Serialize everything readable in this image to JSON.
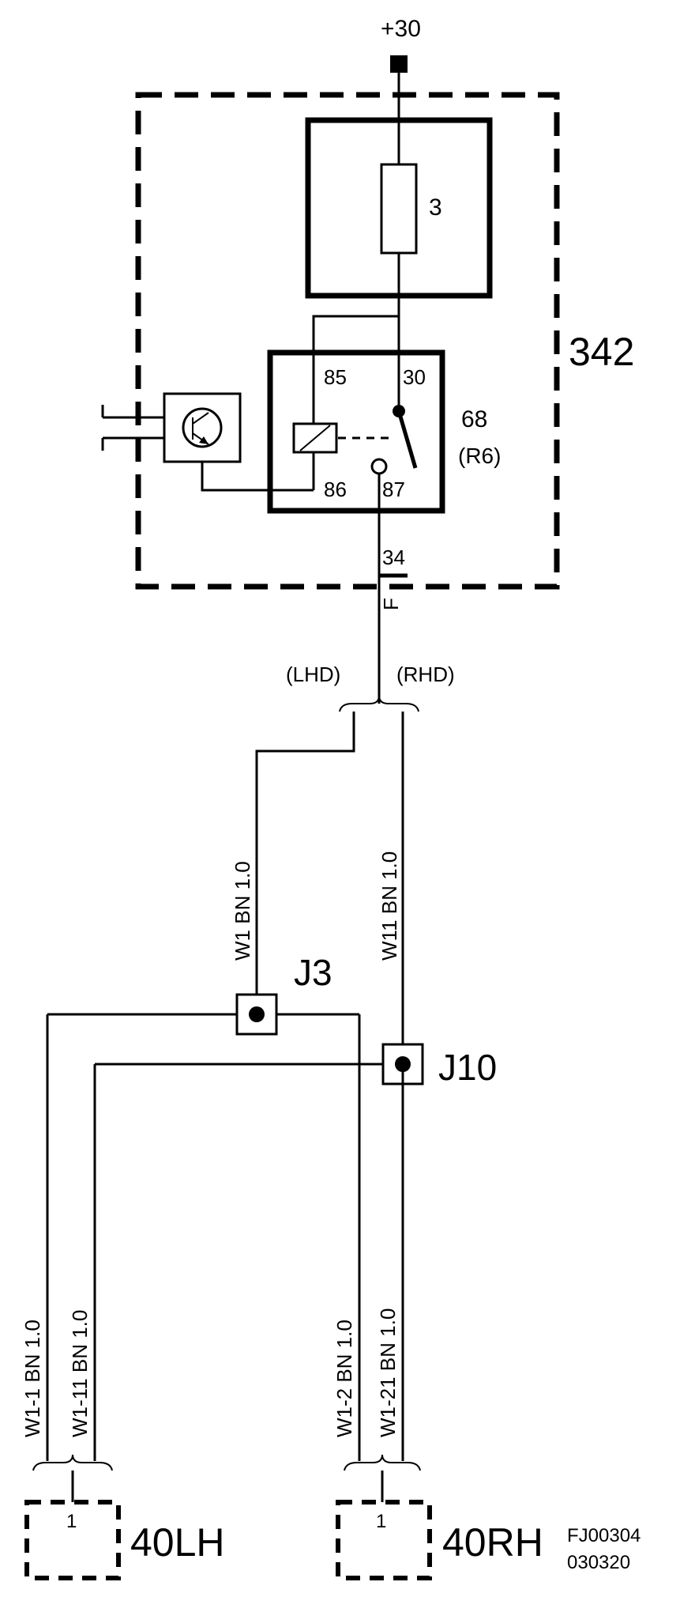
{
  "supply": {
    "label": "+30"
  },
  "unit": {
    "label": "342"
  },
  "fuse": {
    "label": "3"
  },
  "relay": {
    "number": "68",
    "code": "(R6)",
    "pins": {
      "p85": "85",
      "p30": "30",
      "p86": "86",
      "p87": "87"
    }
  },
  "connector": {
    "pin": "34",
    "letter": "F"
  },
  "variants": {
    "lhd": "(LHD)",
    "rhd": "(RHD)"
  },
  "wires": {
    "w1": "W1   BN   1.0",
    "w11": "W11  BN   1.0",
    "w1_1": "W1-1  BN  1.0",
    "w1_11": "W1-11 BN  1.0",
    "w1_2": "W1-2  BN  1.0",
    "w1_21": "W1-21  BN  1.0"
  },
  "junctions": {
    "j3": "J3",
    "j10": "J10"
  },
  "loads": {
    "lh": {
      "label": "40LH",
      "pin": "1"
    },
    "rh": {
      "label": "40RH",
      "pin": "1"
    }
  },
  "footer": {
    "code": "FJ00304",
    "date": "030320"
  },
  "colors": {
    "ink": "#000000",
    "paper": "#ffffff"
  }
}
